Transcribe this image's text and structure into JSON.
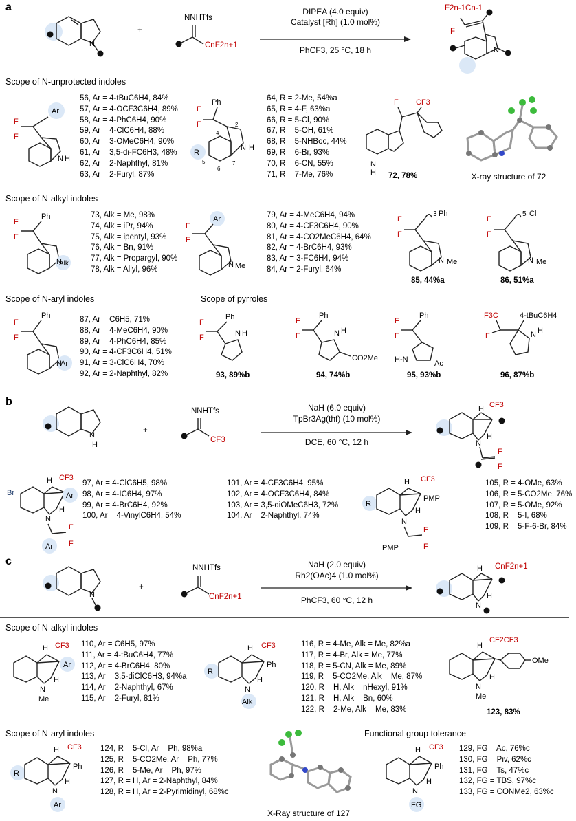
{
  "panels": {
    "a": {
      "letter": "a",
      "condition_top": "DIPEA (4.0 equiv)",
      "condition_mid": "Catalyst [Rh] (1.0 mol%)",
      "condition_bottom": "PhCF3, 25 °C, 18 h",
      "reagent_label": "NNHTfs",
      "reagent_chain": "CnF2n+1",
      "product_chain": "F2n-1Cn-1",
      "product_f": "F",
      "plus": "+",
      "sections": {
        "unprotected": "Scope of N-unprotected indoles",
        "alkyl": "Scope of N-alkyl indoles",
        "aryl": "Scope of N-aryl indoles",
        "pyrroles": "Scope of pyrroles"
      },
      "entries_56": [
        "56, Ar = 4-tBuC6H4, 84%",
        "57, Ar = 4-OCF3C6H4, 89%",
        "58, Ar = 4-PhC6H4, 90%",
        "59, Ar = 4-ClC6H4, 88%",
        "60, Ar = 3-OMeC6H4, 90%",
        "61, Ar = 3,5-di-FC6H3, 48%",
        "62, Ar = 2-Naphthyl, 81%",
        "63, Ar = 2-Furyl, 87%"
      ],
      "entries_64": [
        "64, R = 2-Me, 54%a",
        "65, R = 4-F, 63%a",
        "66, R = 5-Cl, 90%",
        "67, R = 5-OH, 61%",
        "68, R = 5-NHBoc, 44%",
        "69, R = 6-Br, 93%",
        "70, R = 6-CN, 55%",
        "71, R = 7-Me, 76%"
      ],
      "entry_72": "72, 78%",
      "xray_72": "X-ray structure of 72",
      "entries_73": [
        "73, Alk = Me, 98%",
        "74, Alk = iPr, 94%",
        "75, Alk = ipentyl, 93%",
        "76, Alk = Bn, 91%",
        "77, Alk = Propargyl, 90%",
        "78, Alk = Allyl, 96%"
      ],
      "entries_79": [
        "79, Ar = 4-MeC6H4, 94%",
        "80, Ar = 4-CF3C6H4, 90%",
        "81, Ar = 4-CO2MeC6H4, 64%",
        "82, Ar = 4-BrC6H4, 93%",
        "83, Ar = 3-FC6H4, 94%",
        "84, Ar = 2-Furyl, 64%"
      ],
      "entry_85": "85, 44%a",
      "entry_86": "86, 51%a",
      "entries_87": [
        "87, Ar = C6H5, 71%",
        "88, Ar = 4-MeC6H4, 90%",
        "89, Ar = 4-PhC6H4, 85%",
        "90, Ar = 4-CF3C6H4, 51%",
        "91, Ar = 3-ClC6H4, 70%",
        "92, Ar = 2-Naphthyl, 82%"
      ],
      "entry_93": "93, 89%b",
      "entry_94": "94, 74%b",
      "entry_95": "95, 93%b",
      "entry_96": "96, 87%b"
    },
    "b": {
      "letter": "b",
      "condition_top": "NaH (6.0 equiv)",
      "condition_mid": "TpBr3Ag(thf) (10 mol%)",
      "condition_bottom": "DCE, 60 °C, 12 h",
      "reagent_label": "NNHTfs",
      "reagent_chain": "CF3",
      "plus": "+",
      "entries_97": [
        "97, Ar = 4-ClC6H5, 98%",
        "98, Ar = 4-IC6H4, 97%",
        "99, Ar = 4-BrC6H4, 92%",
        "100, Ar = 4-VinylC6H4, 54%"
      ],
      "entries_101": [
        "101, Ar = 4-CF3C6H4, 95%",
        "102, Ar = 4-OCF3C6H4, 84%",
        "103, Ar = 3,5-diOMeC6H3, 72%",
        "104, Ar = 2-Naphthyl, 74%"
      ],
      "entries_105": [
        "105, R = 4-OMe, 63%",
        "106, R = 5-CO2Me, 76%",
        "107, R = 5-OMe, 92%",
        "108, R = 5-I, 68%",
        "109, R = 5-F-6-Br, 84%"
      ]
    },
    "c": {
      "letter": "c",
      "condition_top": "NaH (2.0 equiv)",
      "condition_mid": "Rh2(OAc)4 (1.0 mol%)",
      "condition_bottom": "PhCF3, 60 °C, 12 h",
      "reagent_label": "NNHTfs",
      "reagent_chain": "CnF2n+1",
      "product_chain": "CnF2n+1",
      "plus": "+",
      "sections": {
        "alkyl": "Scope of N-alkyl indoles",
        "aryl": "Scope of N-aryl indoles",
        "fg": "Functional group tolerance"
      },
      "entries_110": [
        "110, Ar = C6H5, 97%",
        "111, Ar = 4-tBuC6H4, 77%",
        "112, Ar = 4-BrC6H4, 80%",
        "113, Ar = 3,5-diClC6H3, 94%a",
        "114, Ar = 2-Naphthyl, 67%",
        "115, Ar = 2-Furyl, 81%"
      ],
      "entries_116": [
        "116, R = 4-Me, Alk = Me, 82%a",
        "117, R = 4-Br, Alk = Me, 77%",
        "118, R = 5-CN, Alk = Me, 89%",
        "119, R = 5-CO2Me, Alk = Me, 87%",
        "120, R = H, Alk = nHexyl, 91%",
        "121, R = H, Alk = Bn, 60%",
        "122, R = 2-Me, Alk = Me, 83%"
      ],
      "entry_123": "123, 83%",
      "entries_124": [
        "124, R = 5-Cl, Ar = Ph, 98%a",
        "125, R = 5-CO2Me, Ar = Ph, 77%",
        "126, R = 5-Me, Ar = Ph, 97%",
        "127, R = H, Ar = 2-Naphthyl, 84%",
        "128, R = H, Ar = 2-Pyrimidinyl, 68%c"
      ],
      "xray_127": "X-Ray structure of 127",
      "entries_129": [
        "129, FG = Ac, 76%c",
        "130, FG = Piv, 62%c",
        "131, FG = Ts, 47%c",
        "132, FG = TBS, 97%c",
        "133, FG = CONMe2, 63%c"
      ]
    }
  },
  "colors": {
    "accent_red": "#c00000",
    "circle_fill": "#dbe8f7",
    "rule": "#555555"
  }
}
